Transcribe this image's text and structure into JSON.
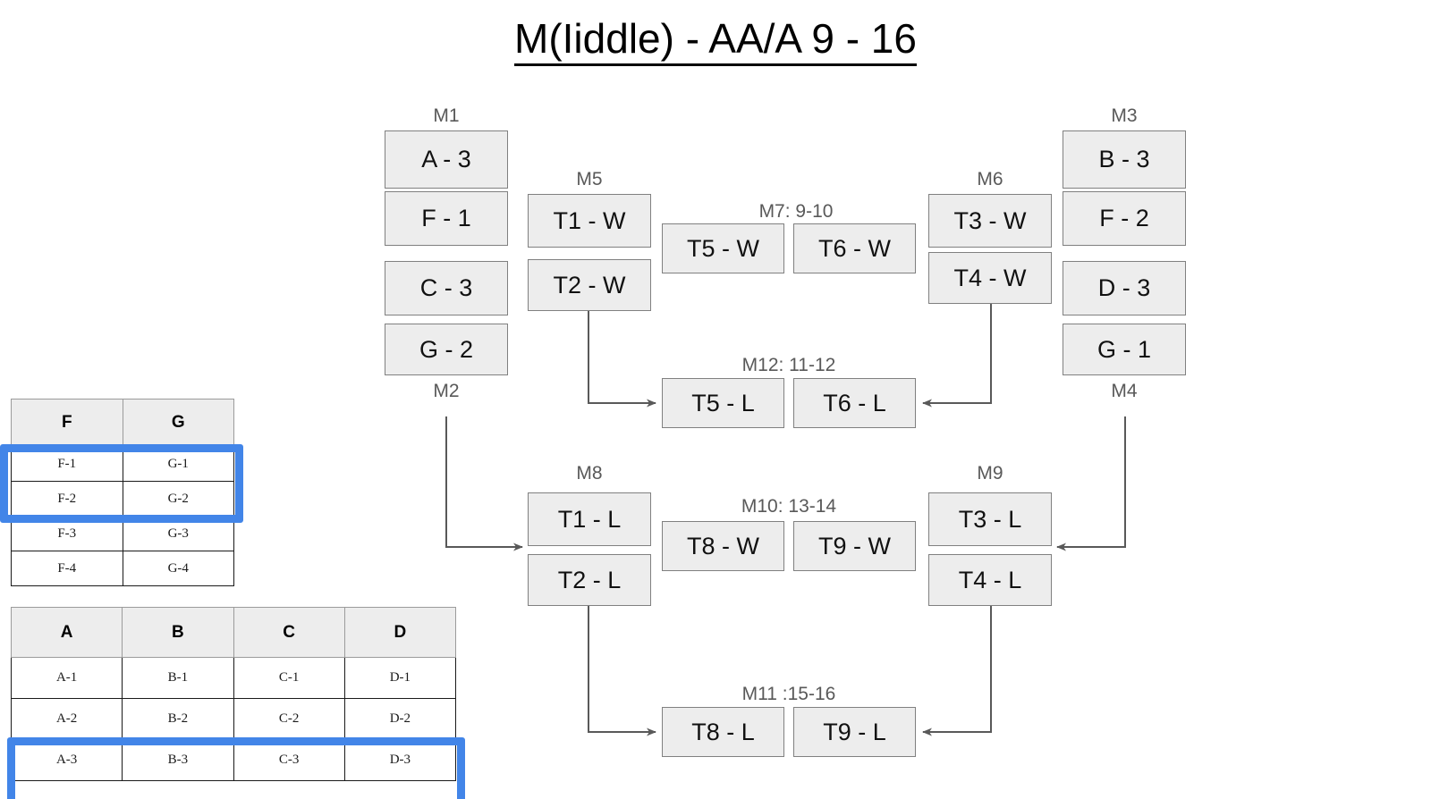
{
  "title": "M(Iiddle) - AA/A 9 - 16",
  "bracket": {
    "matches": [
      {
        "id": "m1",
        "label": "M1",
        "slots": [
          "A - 3",
          "F - 1"
        ]
      },
      {
        "id": "m2",
        "label": "M2",
        "slots": [
          "C - 3",
          "G - 2"
        ]
      },
      {
        "id": "m3",
        "label": "M3",
        "slots": [
          "B - 3",
          "F - 2"
        ]
      },
      {
        "id": "m4",
        "label": "M4",
        "slots": [
          "D - 3",
          "G - 1"
        ]
      },
      {
        "id": "m5",
        "label": "M5",
        "slots": [
          "T1 - W",
          "T2 - W"
        ]
      },
      {
        "id": "m6",
        "label": "M6",
        "slots": [
          "T3 - W",
          "T4 - W"
        ]
      },
      {
        "id": "m7",
        "label": "M7: 9-10",
        "slots": [
          "T5 - W",
          "T6 - W"
        ]
      },
      {
        "id": "m12",
        "label": "M12: 11-12",
        "slots": [
          "T5 - L",
          "T6 - L"
        ]
      },
      {
        "id": "m8",
        "label": "M8",
        "slots": [
          "T1 - L",
          "T2 - L"
        ]
      },
      {
        "id": "m9",
        "label": "M9",
        "slots": [
          "T3 - L",
          "T4 - L"
        ]
      },
      {
        "id": "m10",
        "label": "M10: 13-14",
        "slots": [
          "T8 - W",
          "T9 - W"
        ]
      },
      {
        "id": "m11",
        "label": "M11 :15-16",
        "slots": [
          "T8 - L",
          "T9 - L"
        ]
      }
    ]
  },
  "tables": {
    "fg": {
      "headers": [
        "F",
        "G"
      ],
      "rows": [
        [
          "F-1",
          "G-1"
        ],
        [
          "F-2",
          "G-2"
        ],
        [
          "F-3",
          "G-3"
        ],
        [
          "F-4",
          "G-4"
        ]
      ],
      "highlight_rows": [
        0,
        1
      ]
    },
    "abcd": {
      "headers": [
        "A",
        "B",
        "C",
        "D"
      ],
      "rows": [
        [
          "A-1",
          "B-1",
          "C-1",
          "D-1"
        ],
        [
          "A-2",
          "B-2",
          "C-2",
          "D-2"
        ],
        [
          "A-3",
          "B-3",
          "C-3",
          "D-3"
        ]
      ],
      "highlight_rows": [
        2
      ]
    }
  },
  "colors": {
    "box_fill": "#EDEDED",
    "box_border": "#808080",
    "label": "#595959",
    "highlight": "#4285E8",
    "connector": "#595959"
  }
}
